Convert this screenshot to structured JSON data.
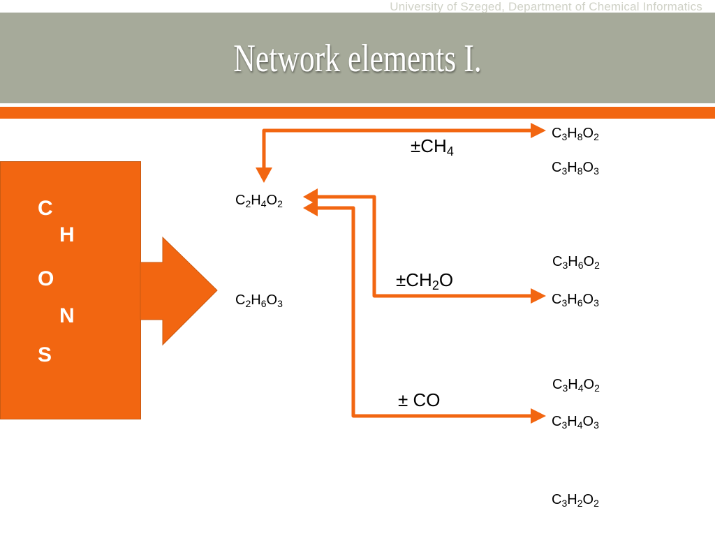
{
  "header": {
    "institution": "University of Szeged, Department of Chemical Informatics",
    "title": "Network elements I."
  },
  "elements": [
    "C",
    "H",
    "O",
    "N",
    "S"
  ],
  "colors": {
    "accent": "#f26611",
    "title_bar": "#a6aa9a"
  },
  "source_molecules": [
    {
      "id": "c2h4o2",
      "parts": [
        [
          "C",
          "2"
        ],
        [
          "H",
          "4"
        ],
        [
          "O",
          "2"
        ]
      ]
    },
    {
      "id": "c2h6o3",
      "parts": [
        [
          "C",
          "2"
        ],
        [
          "H",
          "6"
        ],
        [
          "O",
          "3"
        ]
      ]
    }
  ],
  "reactions": [
    {
      "id": "ch4",
      "parts": [
        [
          "±CH",
          "4"
        ]
      ]
    },
    {
      "id": "ch2o",
      "parts": [
        [
          "±CH",
          "2"
        ],
        [
          "O",
          ""
        ]
      ]
    },
    {
      "id": "co",
      "parts": [
        [
          "± CO",
          ""
        ]
      ]
    }
  ],
  "product_molecules": [
    {
      "id": "c3h8o2",
      "parts": [
        [
          "C",
          "3"
        ],
        [
          "H",
          "8"
        ],
        [
          "O",
          "2"
        ]
      ]
    },
    {
      "id": "c3h8o3",
      "parts": [
        [
          "C",
          "3"
        ],
        [
          "H",
          "8"
        ],
        [
          "O",
          "3"
        ]
      ]
    },
    {
      "id": "c3h6o2",
      "parts": [
        [
          "C",
          "3"
        ],
        [
          "H",
          "6"
        ],
        [
          "O",
          "2"
        ]
      ]
    },
    {
      "id": "c3h6o3",
      "parts": [
        [
          "C",
          "3"
        ],
        [
          "H",
          "6"
        ],
        [
          "O",
          "3"
        ]
      ]
    },
    {
      "id": "c3h4o2",
      "parts": [
        [
          "C",
          "3"
        ],
        [
          "H",
          "4"
        ],
        [
          "O",
          "2"
        ]
      ]
    },
    {
      "id": "c3h4o3",
      "parts": [
        [
          "C",
          "3"
        ],
        [
          "H",
          "4"
        ],
        [
          "O",
          "3"
        ]
      ]
    },
    {
      "id": "c3h2o2",
      "parts": [
        [
          "C",
          "3"
        ],
        [
          "H",
          "2"
        ],
        [
          "O",
          "2"
        ]
      ]
    }
  ]
}
